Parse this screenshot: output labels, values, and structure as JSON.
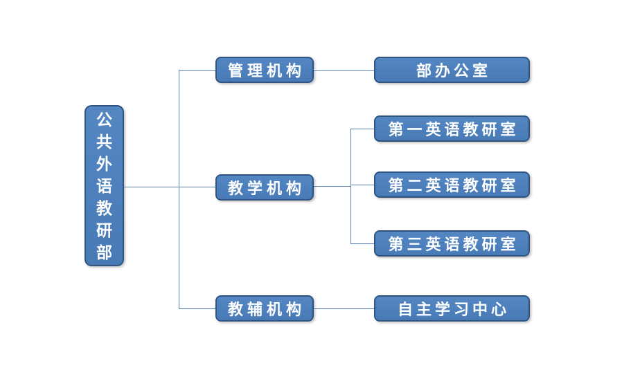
{
  "diagram": {
    "title": "department-organization-chart",
    "colors": {
      "node_fill": "#4E81BD",
      "node_border": "#2F5480",
      "connector": "#5B82AD",
      "text": "#FFFFFF",
      "background": "#FFFFFF"
    },
    "root": {
      "label": "公共外语教研部"
    },
    "branches": [
      {
        "label": "管理机构",
        "children": [
          {
            "label": "部办公室"
          }
        ]
      },
      {
        "label": "教学机构",
        "children": [
          {
            "label": "第一英语教研室"
          },
          {
            "label": "第二英语教研室"
          },
          {
            "label": "第三英语教研室"
          }
        ]
      },
      {
        "label": "教辅机构",
        "children": [
          {
            "label": "自主学习中心"
          }
        ]
      }
    ]
  }
}
